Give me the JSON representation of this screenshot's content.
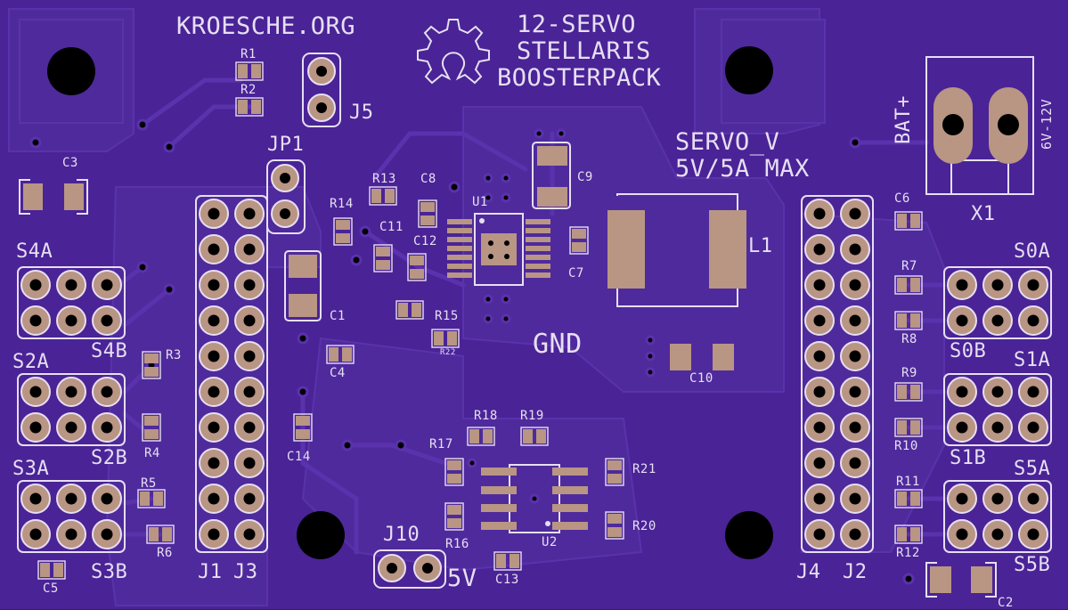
{
  "board": {
    "website": "KROESCHE.ORG",
    "title_lines": [
      "12-SERVO",
      "STELLARIS",
      "BOOSTERPACK"
    ],
    "servo_v_label": "SERVO_V",
    "servo_max_label": "5V/5A MAX",
    "gnd_label": "GND",
    "bat_label": "BAT+",
    "voltage_range_label": "6V-12V",
    "five_v_label": "5V",
    "colors": {
      "board": "#4a2396",
      "copper_pour": "#4f2a9c",
      "trace": "#5a32ad",
      "pad": "#b99584",
      "silkscreen": "#e6dff2",
      "drill": "#000000"
    }
  },
  "servo_headers": [
    "S4A",
    "S4B",
    "S2A",
    "S2B",
    "S3A",
    "S3B",
    "S0A",
    "S0B",
    "S1A",
    "S1B",
    "S5A",
    "S5B"
  ],
  "connectors": [
    "J1",
    "J2",
    "J3",
    "J4",
    "J5",
    "J10",
    "JP1",
    "X1"
  ],
  "ics": [
    "U1",
    "U2"
  ],
  "inductors": [
    "L1"
  ],
  "capacitors": [
    "C1",
    "C2",
    "C3",
    "C4",
    "C5",
    "C6",
    "C7",
    "C8",
    "C9",
    "C10",
    "C11",
    "C12",
    "C13",
    "C14"
  ],
  "resistors": [
    "R1",
    "R2",
    "R3",
    "R4",
    "R5",
    "R6",
    "R7",
    "R8",
    "R9",
    "R10",
    "R11",
    "R12",
    "R13",
    "R14",
    "R15",
    "R16",
    "R17",
    "R18",
    "R19",
    "R20",
    "R21",
    "R22"
  ]
}
